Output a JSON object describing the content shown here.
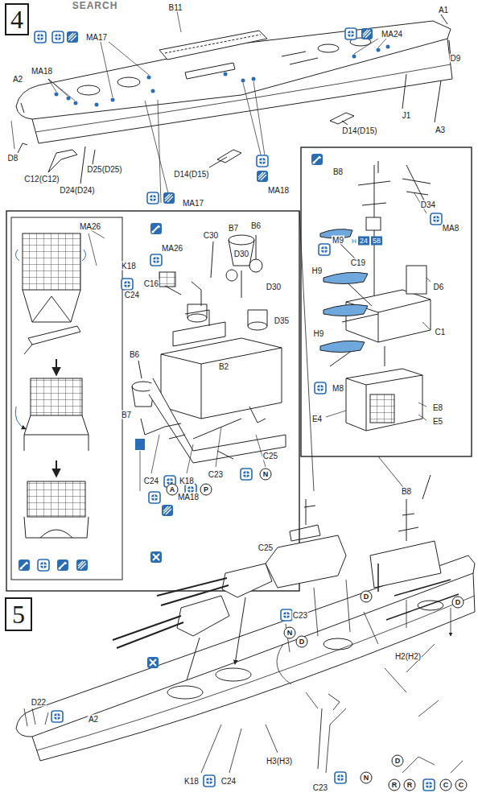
{
  "diagram": {
    "nodes": [
      {
        "text": [
          "4"
        ]
      },
      {
        "text": [
          "5"
        ]
      }
    ],
    "edges": [],
    "labels": [
      "SEARCH",
      "B11",
      "MA17",
      "MA24",
      "A1",
      "MA18",
      "A2",
      "D9",
      "J1",
      "A3",
      "D8",
      "C12(C12)",
      "D25(D25)",
      "D24(D24)",
      "D14(D15)",
      "D14(D15)",
      "MA18",
      "MA17",
      "MA26",
      "MA26",
      "C30",
      "B7",
      "B6",
      "D30",
      "D30",
      "D35",
      "K18",
      "C16",
      "C24",
      "B6",
      "B2",
      "B7",
      "C24",
      "K18",
      "MA18",
      "C25",
      "C23",
      "N",
      "B8",
      "D34",
      "MA8",
      "M9",
      "H",
      "24",
      "58",
      "C19",
      "D6",
      "H9",
      "C1",
      "H9",
      "M8",
      "E4",
      "E8",
      "E5",
      "B8",
      "A",
      "P",
      "C25",
      "C23",
      "N",
      "D",
      "D",
      "D",
      "H2(H2)",
      "D22",
      "A2",
      "D",
      "K18",
      "C24",
      "H3(H3)",
      "C23",
      "N",
      "R",
      "R",
      "C",
      "C"
    ]
  }
}
